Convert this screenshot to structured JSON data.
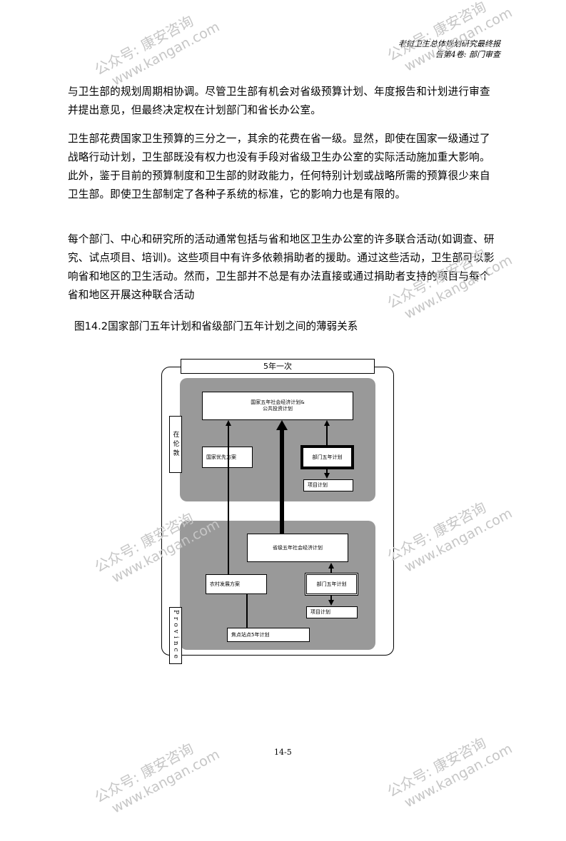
{
  "header": {
    "line1": "老挝卫生总体规划研究最终报",
    "line2": "告第4卷: 部门审查"
  },
  "paragraphs": [
    "与卫生部的规划周期相协调。尽管卫生部有机会对省级预算计划、年度报告和计划进行审查并提出意见，但最终决定权在计划部门和省长办公室。",
    "卫生部花费国家卫生预算的三分之一，其余的花费在省一级。显然，即使在国家一级通过了战略行动计划，卫生部既没有权力也没有手段对省级卫生办公室的实际活动施加重大影响。此外，鉴于目前的预算制度和卫生部的财政能力，任何特别计划或战略所需的预算很少来自卫生部。即使卫生部制定了各种子系统的标准，它的影响力也是有限的。",
    "每个部门、中心和研究所的活动通常包括与省和地区卫生办公室的许多联合活动(如调查、研究、试点项目、培训)。这些项目中有许多依赖捐助者的援助。通过这些活动，卫生部可以影响省和地区的卫生活动。然而，卫生部并不总是有办法直接或通过捐助者支持的项目与每个省和地区开展这种联合活动"
  ],
  "caption": "图14.2国家部门五年计划和省级部门五年计划之间的薄弱关系",
  "diagram": {
    "top_label": "5年一次",
    "national": {
      "side_label": "在伦敦",
      "plan": "国家五年社会经济计划&\n公共投资计划",
      "priority": "国家优先方案",
      "sector_plan": "部门五年计划",
      "project_plan": "项目计划"
    },
    "province": {
      "side_label": "Province",
      "plan": "省级五年社会经济计划",
      "rural": "农村发展方案",
      "sector_plan": "部门五年计划",
      "project_plan": "项目计划",
      "focus": "焦点站点5年计划"
    }
  },
  "page_number": "14-5",
  "watermark": {
    "line1": "公众号: 康安咨询",
    "line2": "www.kangan.com"
  }
}
